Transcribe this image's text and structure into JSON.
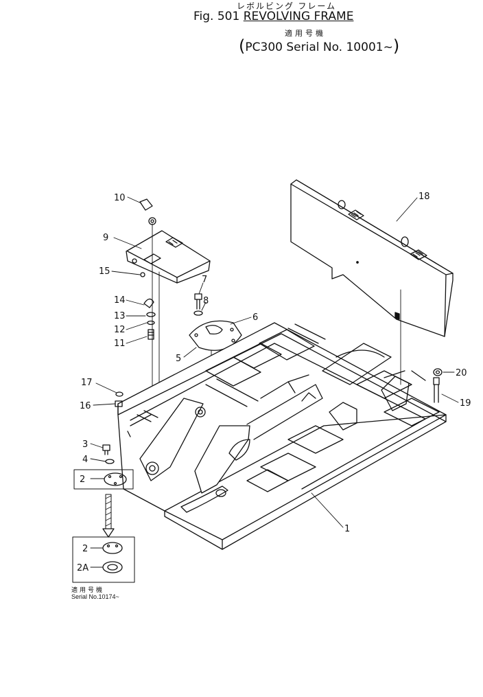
{
  "header": {
    "title_jp": "レボルビング フレーム",
    "fig_label": "Fig. 501",
    "fig_name": "REVOLVING FRAME",
    "applicability_jp": "適用号機",
    "model": "PC300",
    "serial_text": "Serial No. 10001~"
  },
  "inset": {
    "applicability_jp": "適用号機",
    "serial_text": "Serial No.10174~"
  },
  "callouts": {
    "c1": "1",
    "c2": "2",
    "c2b": "2",
    "c2a": "2A",
    "c3": "3",
    "c4": "4",
    "c5": "5",
    "c6": "6",
    "c7": "7",
    "c8": "8",
    "c9": "9",
    "c10": "10",
    "c11": "11",
    "c12": "12",
    "c13": "13",
    "c14": "14",
    "c15": "15",
    "c16": "16",
    "c17": "17",
    "c18": "18",
    "c19": "19",
    "c20": "20"
  }
}
